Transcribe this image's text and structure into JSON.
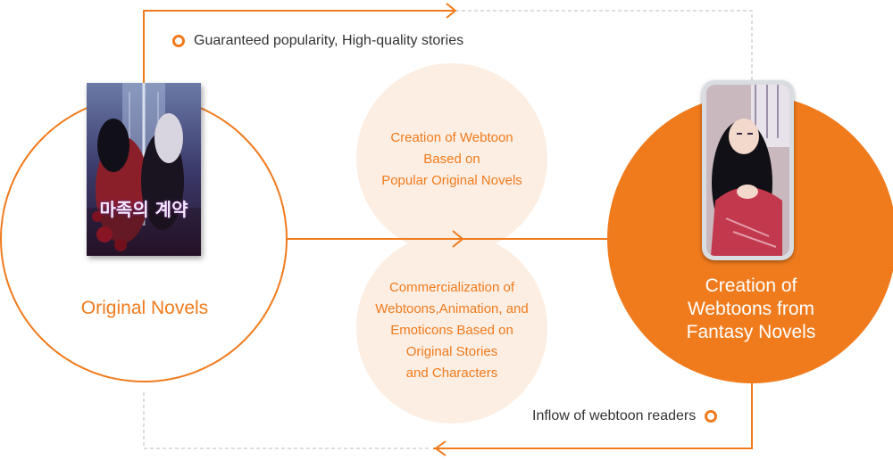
{
  "colors": {
    "accent": "#f07b1d",
    "soft": "#fdeee3",
    "line": "#bbbbbb"
  },
  "top_note": "Guaranteed popularity, High-quality stories",
  "bottom_note": "Inflow of webtoon readers",
  "left_node": {
    "label": "Original Novels",
    "cover_title": "마족의 계약",
    "cover_icon": "book-cover-illustration"
  },
  "right_node": {
    "label_lines": [
      "Creation of",
      "Webtoons from",
      "Fantasy Novels"
    ],
    "phone_icon": "smartphone-webtoon-illustration"
  },
  "middle_top": {
    "lines": [
      "Creation of Webtoon",
      "Based on",
      "Popular Original Novels"
    ]
  },
  "middle_bottom": {
    "lines": [
      "Commercialization of",
      "Webtoons,Animation, and",
      "Emoticons Based on",
      "Original Stories",
      "and Characters"
    ]
  }
}
